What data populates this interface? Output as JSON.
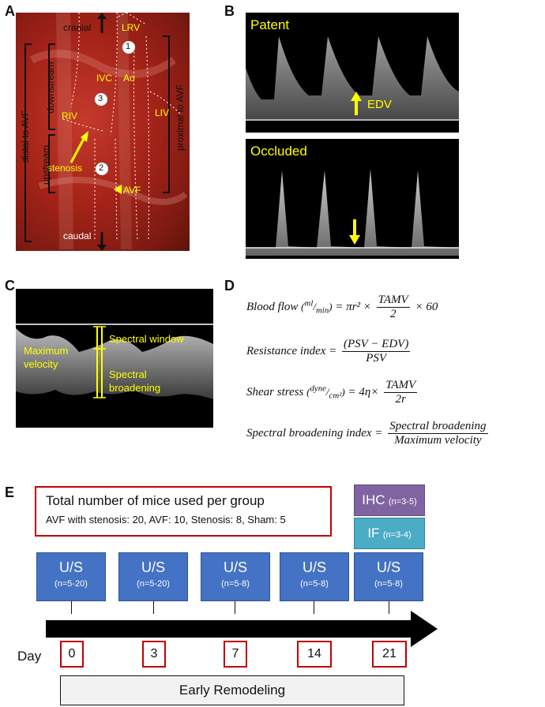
{
  "panel_labels": {
    "a": "A",
    "b": "B",
    "c": "C",
    "d": "D",
    "e": "E"
  },
  "panel_a": {
    "cranial": "cranial",
    "caudal": "caudal",
    "lrv": "LRV",
    "ivc": "IVC",
    "ao": "Ao",
    "liv": "LIV",
    "riv": "RIV",
    "downstream": "downstream",
    "upstream": "upstream",
    "distal_to_avf": "distal to AVF",
    "proximal_to_avf": "proximal to AVF",
    "stenosis": "stenosis",
    "avf": "AVF",
    "marker_1": "1",
    "marker_2": "2",
    "marker_3": "3"
  },
  "panel_b": {
    "patent": "Patent",
    "occluded": "Occluded",
    "edv": "EDV"
  },
  "panel_c": {
    "maximum_velocity": "Maximum velocity",
    "spectral_window": "Spectral window",
    "spectral_broadening": "Spectral broadening"
  },
  "panel_d": {
    "eq1_lhs": "Blood flow",
    "eq1_unit_num": "ml",
    "eq1_unit_den": "min",
    "eq1_mid": "= πr² ×",
    "eq1_frac_num": "TAMV",
    "eq1_frac_den": "2",
    "eq1_tail": "× 60",
    "eq2_lhs": "Resistance index =",
    "eq2_num": "(PSV − EDV)",
    "eq2_den": "PSV",
    "eq3_lhs": "Shear stress",
    "eq3_unit_num": "dyne",
    "eq3_unit_den": "cm²",
    "eq3_mid": "= 4η×",
    "eq3_num": "TAMV",
    "eq3_den": "2r",
    "eq4_lhs": "Spectral broadening index =",
    "eq4_num": "Spectral broadening",
    "eq4_den": "Maximum velocity"
  },
  "panel_e": {
    "total_title": "Total number of mice used per group",
    "total_detail": "AVF with stenosis: 20, AVF: 10, Stenosis: 8, Sham: 5",
    "ihc": "IHC",
    "ihc_n": "(n=3-5)",
    "if": "IF",
    "if_n": "(n=3-4)",
    "us": [
      {
        "label": "U/S",
        "n": "(n=5-20)"
      },
      {
        "label": "U/S",
        "n": "(n=5-20)"
      },
      {
        "label": "U/S",
        "n": "(n=5-8)"
      },
      {
        "label": "U/S",
        "n": "(n=5-8)"
      },
      {
        "label": "U/S",
        "n": "(n=5-8)"
      }
    ],
    "day_label": "Day",
    "days": [
      "0",
      "3",
      "7",
      "14",
      "21"
    ],
    "early_remodeling": "Early Remodeling"
  }
}
